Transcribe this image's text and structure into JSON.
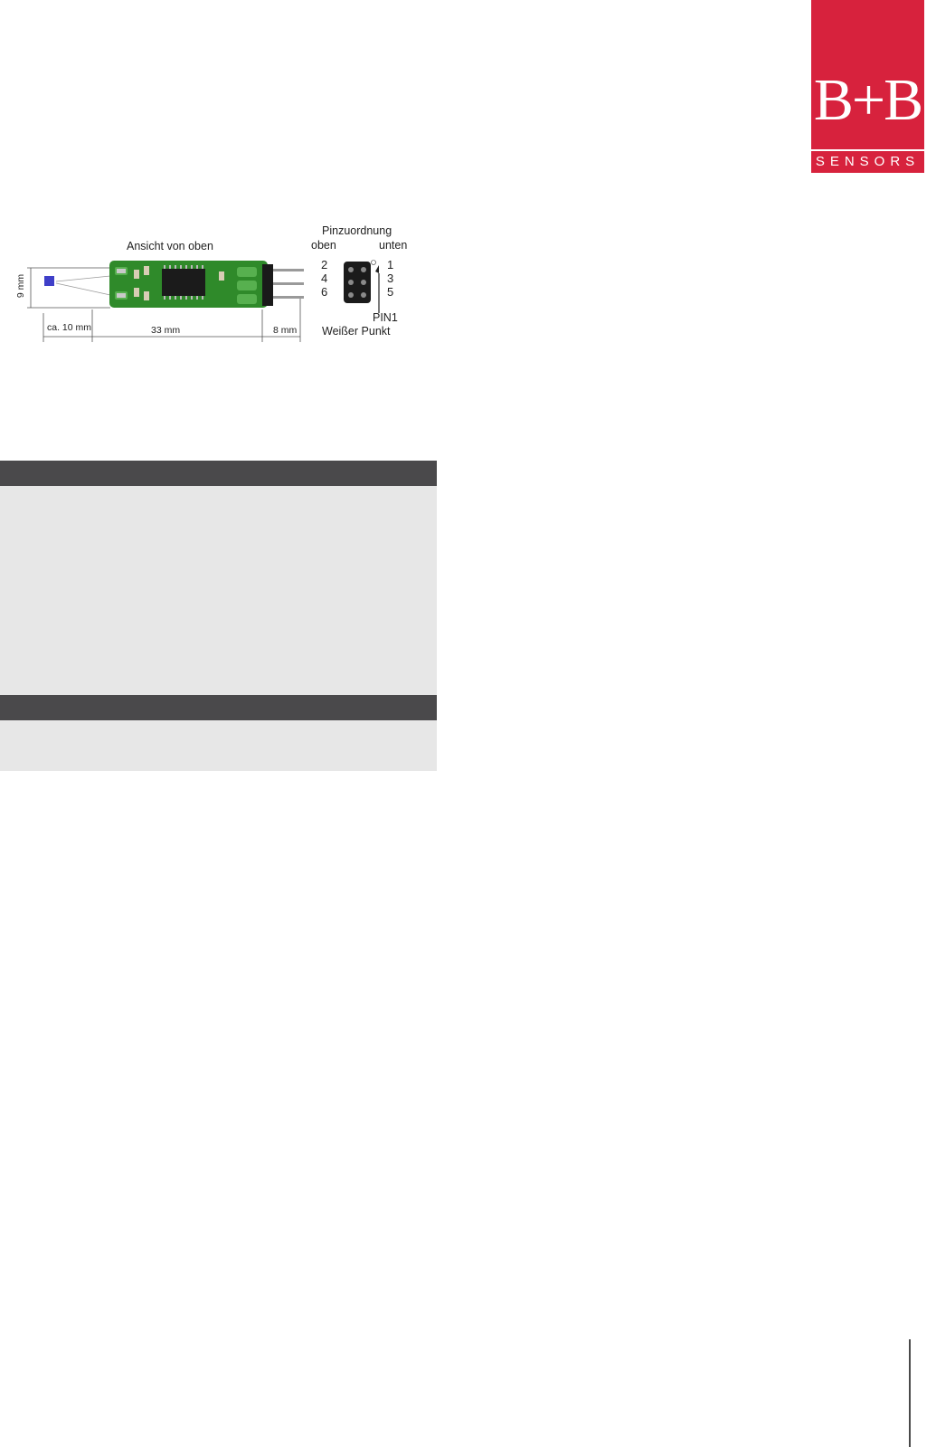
{
  "logo": {
    "mark": "B+B",
    "subtitle": "SENSORS"
  },
  "figure": {
    "view_label": "Ansicht von oben",
    "pin_title": "Pinzuordnung",
    "top_label": "oben",
    "bottom_label": "unten",
    "pins_left": [
      "2",
      "4",
      "6"
    ],
    "pins_right": [
      "1",
      "3",
      "5"
    ],
    "pin1_label": "PIN1",
    "pin1_note": "Weißer Punkt",
    "dim_height": "9 mm",
    "dim_probe": "ca. 10 mm",
    "dim_board": "33 mm",
    "dim_pins": "8 mm"
  },
  "colors": {
    "brand": "#d7223d",
    "bar": "#4a494b",
    "panel": "#e7e7e7",
    "pcb": "#2f8a2a"
  }
}
